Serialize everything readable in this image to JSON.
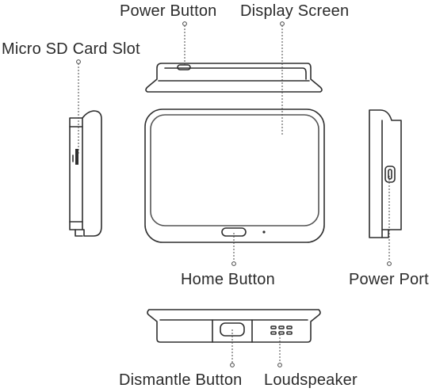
{
  "labels": {
    "power_button": "Power Button",
    "display_screen": "Display Screen",
    "micro_sd_card_slot": "Micro SD Card Slot",
    "home_button": "Home Button",
    "power_port": "Power Port",
    "dismantle_button": "Dismantle Button",
    "loudspeaker": "Loudspeaker"
  },
  "colors": {
    "outline": "#2f2f2f",
    "screen_outline": "#555555",
    "leader": "#444444",
    "text": "#2b2b2b"
  }
}
